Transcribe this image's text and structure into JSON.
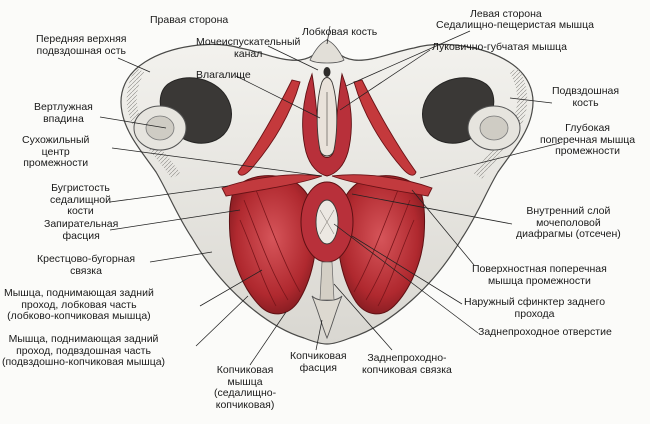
{
  "labels": {
    "right_side": "Правая сторона",
    "left_side": "Левая сторона",
    "anterior_superior_iliac_spine": "Передняя верхняя\nподвздошная ость",
    "urethra": "Мочеиспускательный\nканал",
    "pubic_bone": "Лобковая кость",
    "ischiocavernosus": "Седалищно-пещеристая мышца",
    "bulbospongiosus": "Луковично-губчатая мышца",
    "vagina": "Влагалище",
    "ilium": "Подвздошная\nкость",
    "acetabulum": "Вертлужная\nвпадина",
    "perineal_body": "Сухожильный\nцентр\nпромежности",
    "deep_transverse": "Глубокая\nпоперечная мышца\nпромежности",
    "ischial_tuberosity": "Бугристость\nседалищной\nкости",
    "obturator_fascia": "Запирательная\nфасция",
    "urogenital_diaphragm": "Внутренний слой\nмочеполовой\nдиафрагмы (отсечен)",
    "sacrotuberous_ligament": "Крестцово-бугорная\nсвязка",
    "superficial_transverse": "Поверхностная поперечная\nмышца промежности",
    "pubococcygeus": "Мышца, поднимающая задний\nпроход, лобковая часть\n(лобково-копчиковая мышца)",
    "external_anal_sphincter": "Наружный сфинктер заднего\nпрохода",
    "anus": "Заднепроходное отверстие",
    "iliococcygeus": "Мышца, поднимающая задний\nпроход, подвздошная часть\n(подвздошно-копчиковая мышца)",
    "coccygeus": "Копчиковая\nмышца\n(седалищно-\nкопчиковая)",
    "coccygeal_fascia": "Копчиковая\nфасция",
    "anococcygeal_ligament": "Заднепроходно-\nкопчиковая связка"
  },
  "colors": {
    "bone_fill": "#efeeea",
    "bone_stroke": "#4a4a48",
    "muscle_dark": "#a5262b",
    "muscle_mid": "#c4393c",
    "muscle_light": "#d6555a",
    "text": "#1a1a1a"
  }
}
